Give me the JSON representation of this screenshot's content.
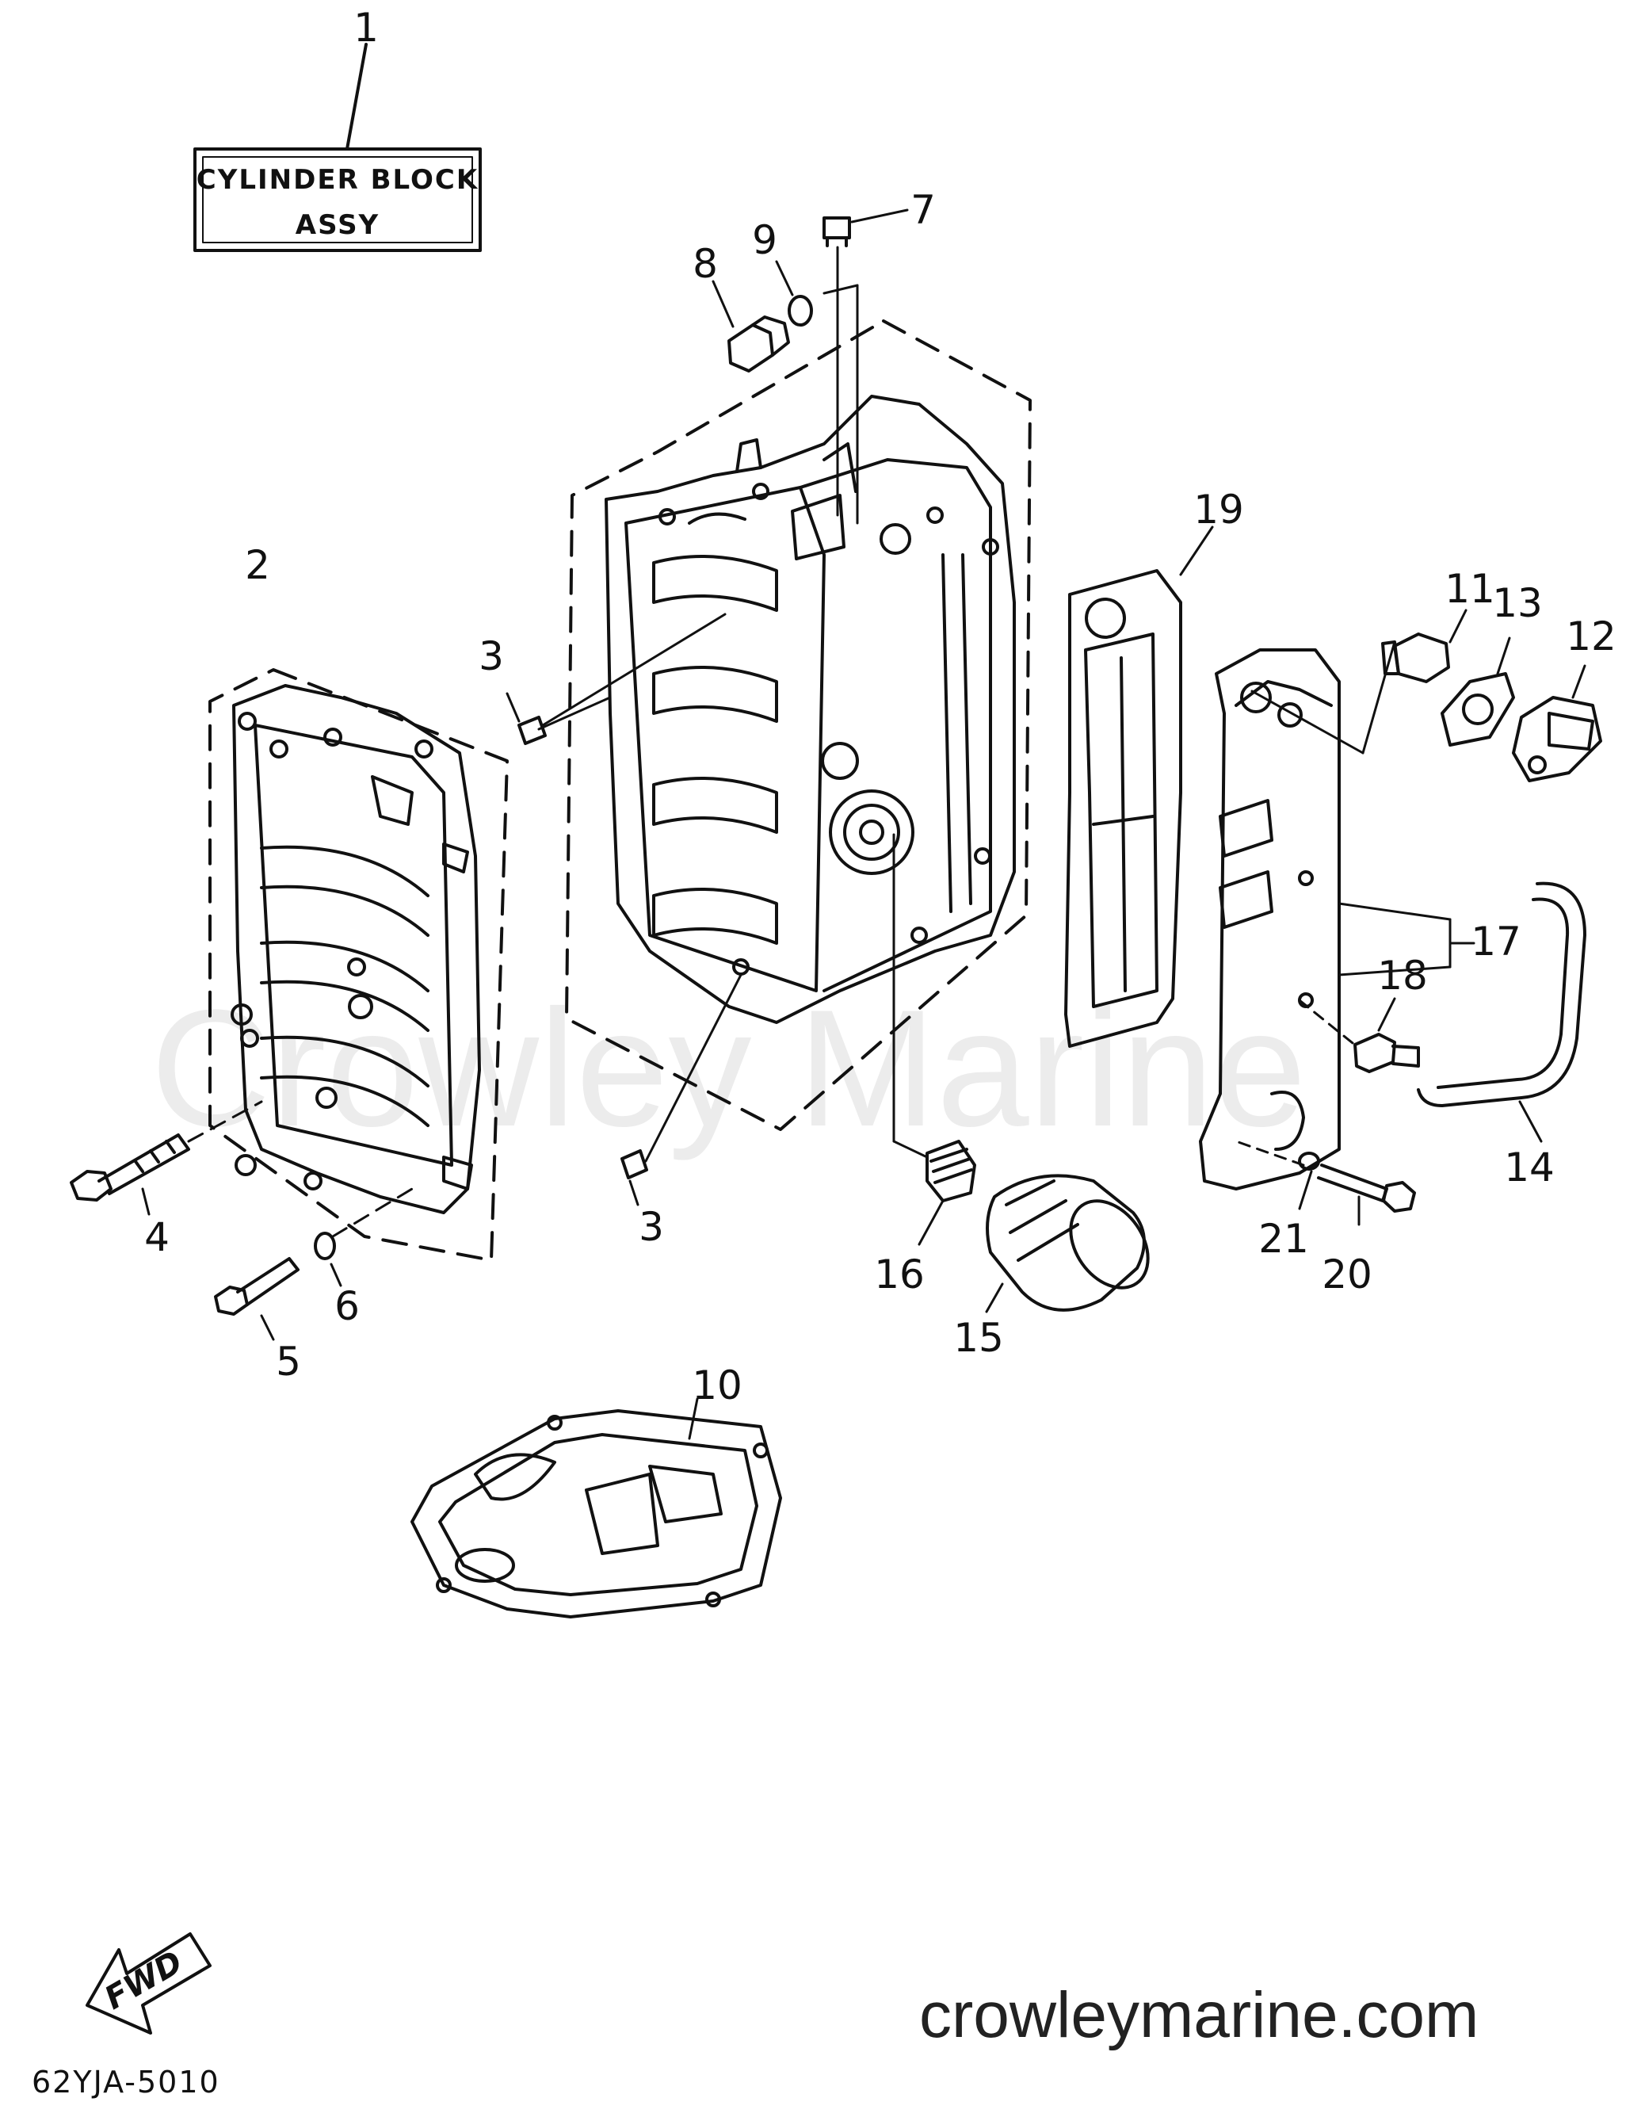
{
  "title_box": {
    "line1": "CYLINDER BLOCK",
    "line2": "ASSY"
  },
  "callouts": [
    "1",
    "2",
    "3",
    "3",
    "4",
    "5",
    "6",
    "7",
    "8",
    "9",
    "10",
    "11",
    "12",
    "13",
    "14",
    "15",
    "16",
    "17",
    "18",
    "19",
    "20",
    "21"
  ],
  "direction_label": "FWD",
  "diagram_code": "62YJA-5010",
  "watermark": "Crowley Marine",
  "site_url": "crowleymarine.com"
}
